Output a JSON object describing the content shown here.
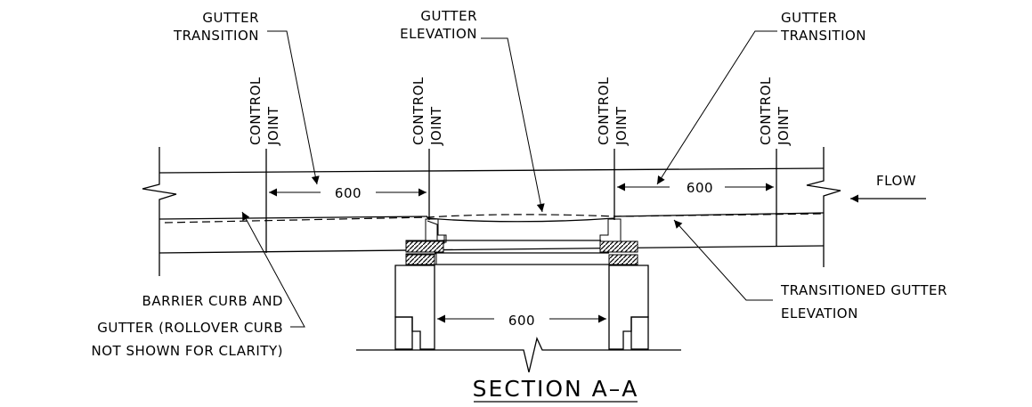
{
  "labels": {
    "gutter_transition_left": [
      "GUTTER",
      "TRANSITION"
    ],
    "gutter_elevation": [
      "GUTTER",
      "ELEVATION"
    ],
    "gutter_transition_right": [
      "GUTTER",
      "TRANSITION"
    ],
    "control_joint": [
      "CONTROL",
      "JOINT"
    ],
    "flow": "FLOW",
    "barrier_curb": [
      "BARRIER CURB AND",
      "GUTTER (ROLLOVER CURB",
      "NOT SHOWN FOR CLARITY)"
    ],
    "transitioned_gutter": [
      "TRANSITIONED GUTTER",
      "ELEVATION"
    ]
  },
  "dimensions": {
    "left_span": "600",
    "right_span": "600",
    "opening": "600"
  },
  "title": "SECTION A–A"
}
